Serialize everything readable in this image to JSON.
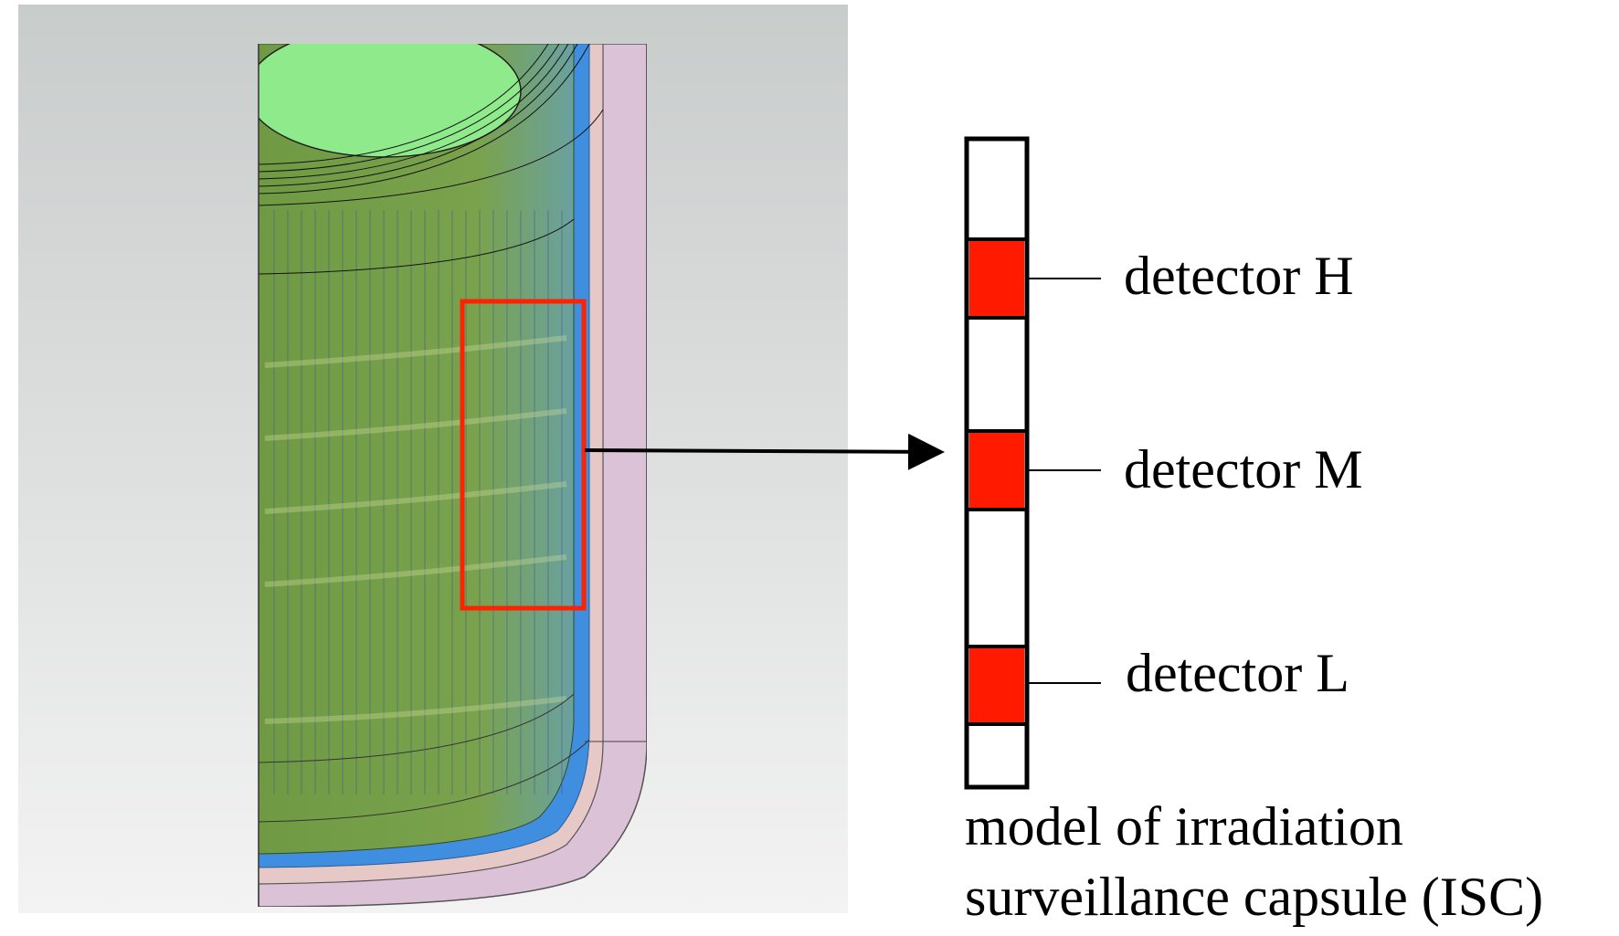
{
  "figure": {
    "colors": {
      "highlight_box": "#ff2200",
      "detector_fill": "#ff1a00",
      "capsule_border": "#000000",
      "capsule_fill": "#ffffff",
      "fuel_top": "#8ce88a",
      "fuel_body": "#7fa84a",
      "coolant_band": "#3d8de0",
      "vessel_wall": "#d9bcd2",
      "background_top": "#c9cdcc",
      "background_bottom": "#f2f2f2"
    },
    "reactor_model": {
      "icon": "reactor-core-cutaway"
    },
    "detectors": [
      {
        "id": "H",
        "label": "detector H"
      },
      {
        "id": "M",
        "label": "detector M"
      },
      {
        "id": "L",
        "label": "detector L"
      }
    ],
    "caption": {
      "line1": "model of irradiation",
      "line2": "surveillance capsule (ISC)"
    }
  }
}
